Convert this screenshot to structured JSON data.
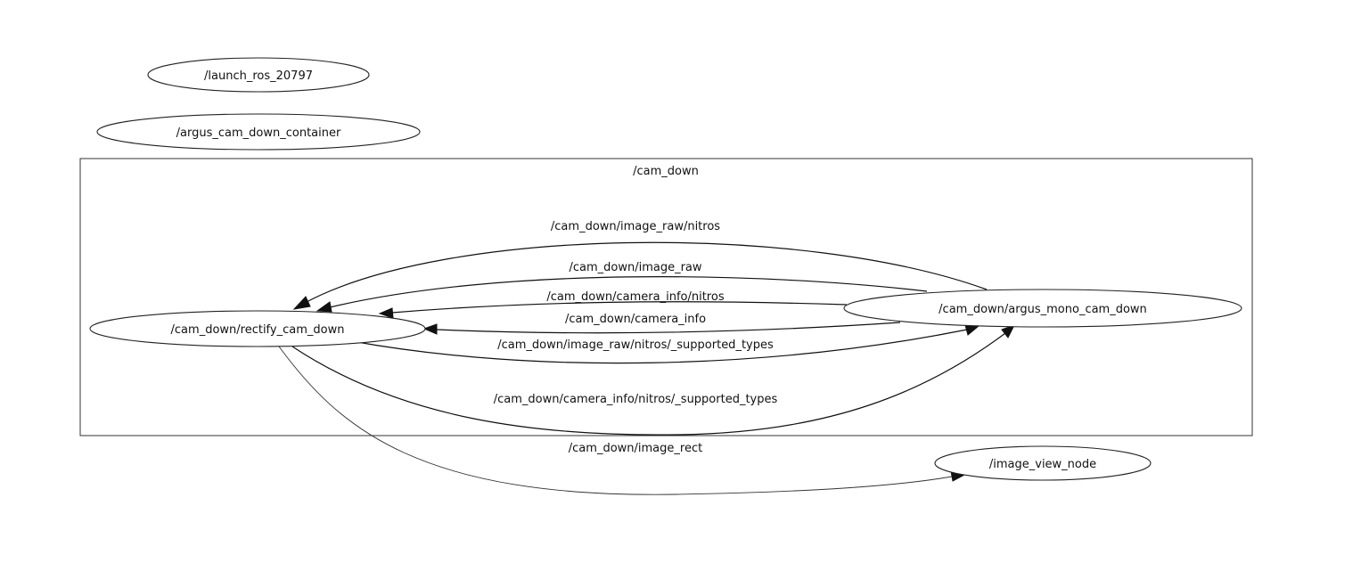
{
  "graph": {
    "standalone_nodes": {
      "launch": "/launch_ros_20797",
      "container": "/argus_cam_down_container"
    },
    "cluster": {
      "label": "/cam_down",
      "nodes": {
        "rectify": "/cam_down/rectify_cam_down",
        "argus": "/cam_down/argus_mono_cam_down"
      }
    },
    "external_nodes": {
      "image_view": "/image_view_node"
    },
    "edges": {
      "image_raw_nitros": "/cam_down/image_raw/nitros",
      "image_raw": "/cam_down/image_raw",
      "camera_info_nitros": "/cam_down/camera_info/nitros",
      "camera_info": "/cam_down/camera_info",
      "image_raw_nitros_supported_types": "/cam_down/image_raw/nitros/_supported_types",
      "camera_info_nitros_supported_types": "/cam_down/camera_info/nitros/_supported_types",
      "image_rect": "/cam_down/image_rect"
    },
    "colors": {
      "line": "#111111",
      "background": "#ffffff"
    }
  }
}
